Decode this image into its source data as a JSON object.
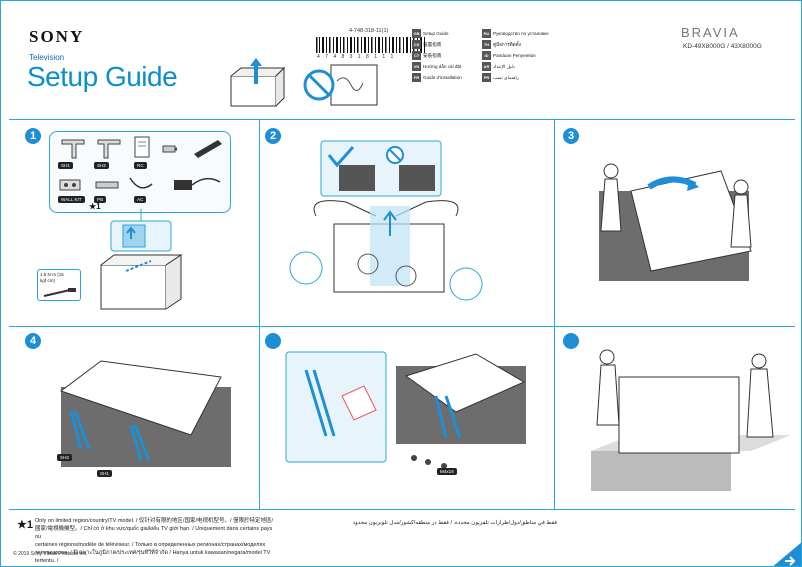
{
  "header": {
    "brand": "SONY",
    "product_type": "Television",
    "title": "Setup Guide",
    "part_number": "4-748-318-11(1)",
    "barcode_number": "4  7 4 8 3 1 8 1 1 1",
    "brand_right": "BRAVIA",
    "model": "KD-49X8000G / 43X8000G"
  },
  "languages": [
    {
      "code": "GB",
      "label": "Setup Guide"
    },
    {
      "code": "CS",
      "label": "设置指南"
    },
    {
      "code": "CT",
      "label": "安裝指南"
    },
    {
      "code": "VN",
      "label": "Hướng dẫn cài đặt"
    },
    {
      "code": "FR",
      "label": "Guide d'installation"
    },
    {
      "code": "RU",
      "label": "Руководство по установке"
    },
    {
      "code": "TH",
      "label": "คู่มือการติดตั้ง"
    },
    {
      "code": "ID",
      "label": "Panduan Penyetelan"
    },
    {
      "code": "AR",
      "label": "دليل الإعداد"
    },
    {
      "code": "PR",
      "label": "راهنمای نصب"
    }
  ],
  "steps": [
    {
      "number": "1"
    },
    {
      "number": "2"
    },
    {
      "number": "3"
    },
    {
      "number": "4"
    },
    {
      "number": ""
    },
    {
      "number": ""
    }
  ],
  "accessories": {
    "tags": [
      "SH1",
      "SH2",
      "RC",
      "WALL KIT",
      "PB",
      "AC"
    ],
    "star_note": "★1",
    "screw_spec": "1.5 N·m {15 kgf·cm}"
  },
  "step4": {
    "tags": [
      "SH2",
      "SH1"
    ]
  },
  "step5": {
    "tags": [
      "M4x16"
    ]
  },
  "footnote": {
    "star": "★1",
    "text_line1": "Only on limited region/country/TV model. / 仅针对有限的地区/国家/电视机型号。/ 僅限於特定地區/",
    "text_line2": "國家/電視機機型。/ Chỉ có ở khu vực/quốc gia/kiểu TV giới hạn. / Uniquement dans certains pays ou",
    "text_line3": "certaines régions/modèle de téléviseur. / Только в определенных регионах/странах/моделях",
    "text_line4": "телевизоров. / มีเฉพาะในภูมิภาค/ประเทศ/รุ่นทีวีที่จำกัด / Hanya untuk kawasan/negara/model TV tertentu. /",
    "arabic_text": "فقط في مناطق/دول/طرازات تلفزيون محددة. / فقط در منطقه/کشور/مدل تلویزیون محدود"
  },
  "copyright": "© 2019 Sony Visual Products Inc.",
  "colors": {
    "accent": "#2aa7d6",
    "title": "#0a8fcc",
    "badge": "#1e8fd6"
  }
}
